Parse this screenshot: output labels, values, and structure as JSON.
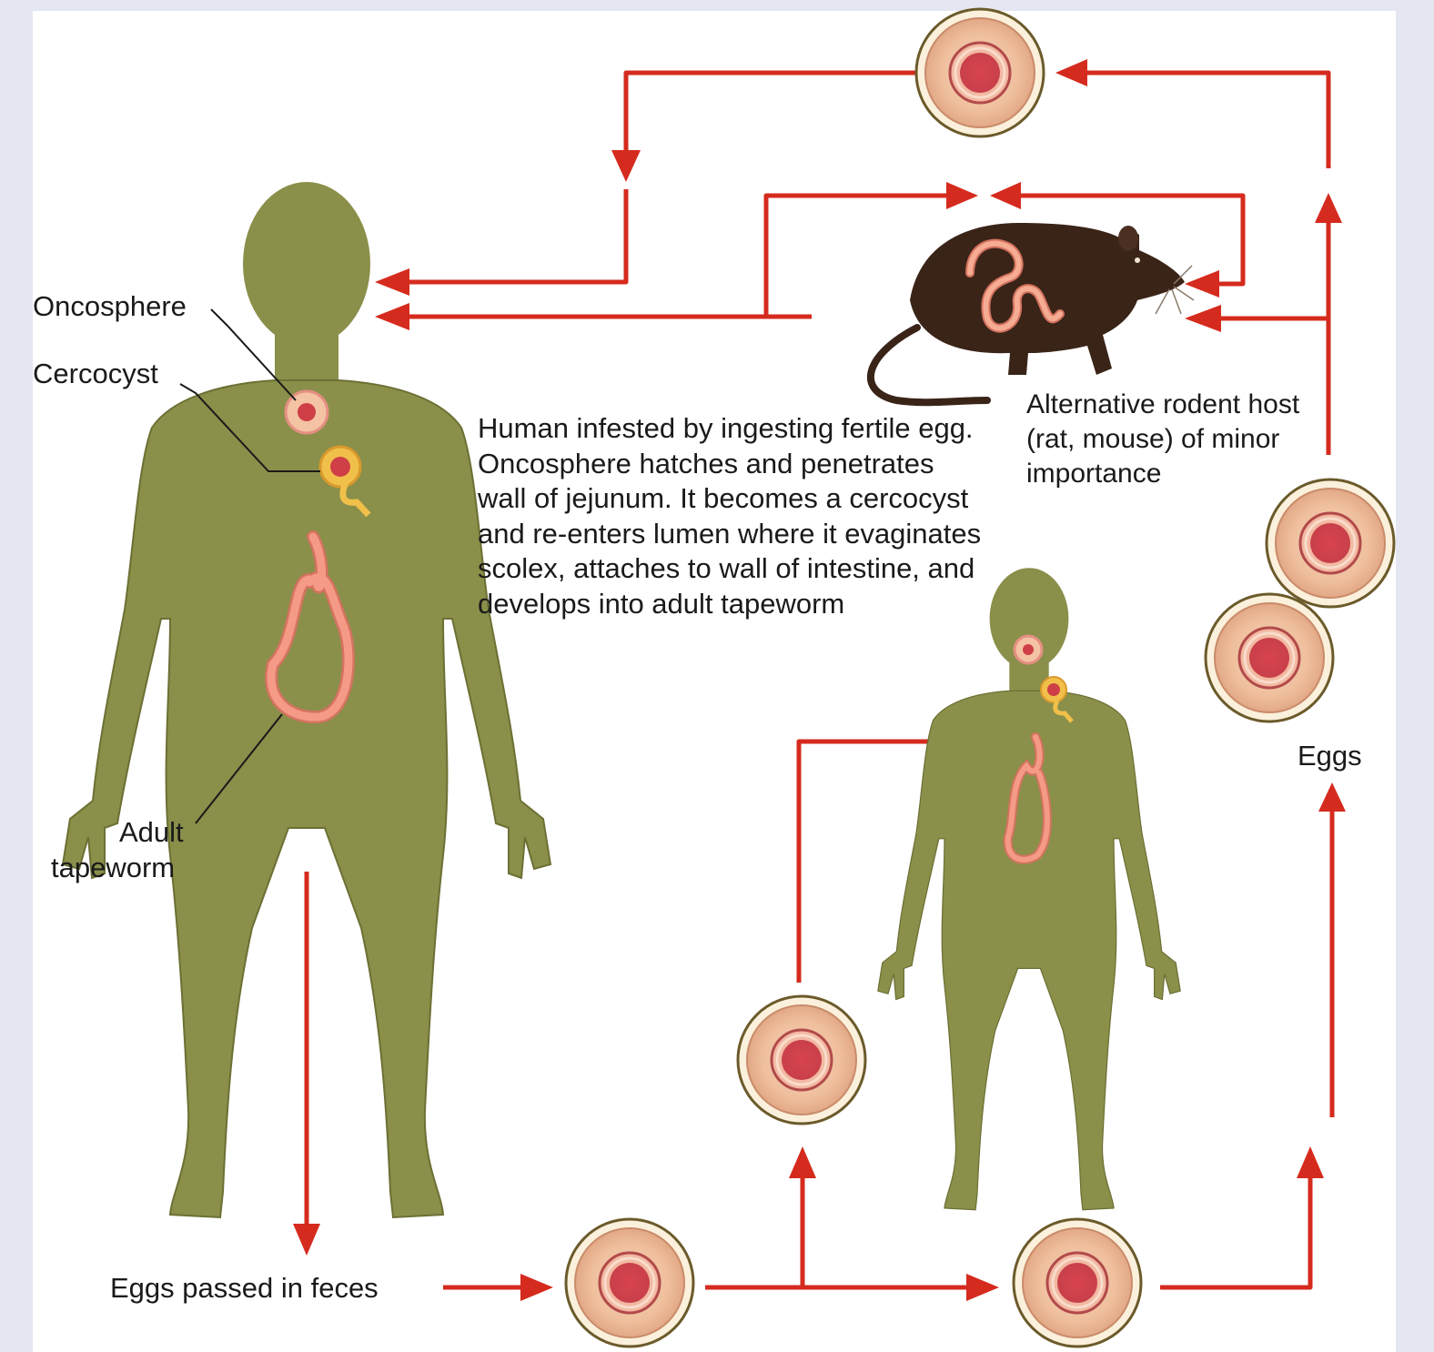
{
  "labels": {
    "oncosphere": "Oncosphere",
    "cercocyst": "Cercocyst",
    "adult_tapeworm_line1": "Adult",
    "adult_tapeworm_line2": "tapeworm",
    "eggs_passed": "Eggs passed in feces",
    "eggs": "Eggs"
  },
  "rodent_caption": "Alternative rodent host (rat, mouse) of minor importance",
  "explanation": "Human infested by ingesting fertile egg. Oncosphere hatches and penetrates wall of jejunum. It becomes a cercocyst and re-enters lumen where it evaginates scolex, attaches to wall of intestine, and develops into adult tapeworm",
  "colors": {
    "background": "#e4e6f2",
    "panel": "#ffffff",
    "arrow": "#d52b1e",
    "human_body": "#8a8f4a",
    "rat": "#3a2418",
    "tapeworm": "#f08a7a",
    "egg_shell": "#f2c7a6",
    "egg_core": "#d8505a"
  }
}
